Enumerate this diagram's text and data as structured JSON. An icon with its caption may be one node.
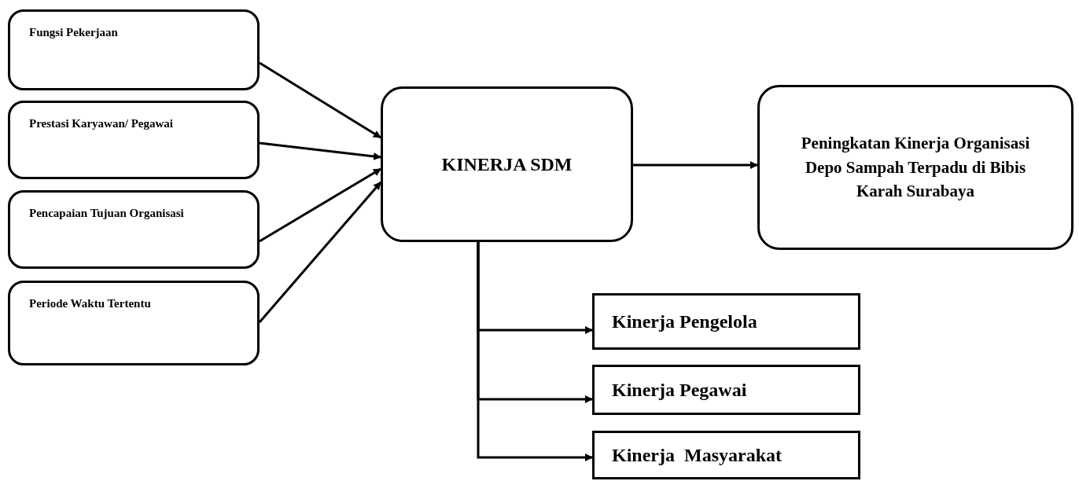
{
  "diagram": {
    "nodes": [
      {
        "text": [
          "Fungsi Pekerjaan"
        ]
      },
      {
        "text": [
          "Prestasi Karyawan/ Pegawai"
        ]
      },
      {
        "text": [
          "Pencapaian Tujuan Organisasi"
        ]
      },
      {
        "text": [
          "Periode Waktu Tertentu"
        ]
      },
      {
        "text": [
          "KINERJA SDM"
        ]
      },
      {
        "text": [
          "Peningkatan Kinerja Organisasi Depo Sampah Terpadu di Bibis Karah Surabaya"
        ]
      },
      {
        "text": [
          "Kinerja Pengelola"
        ]
      },
      {
        "text": [
          "Kinerja Pegawai"
        ]
      },
      {
        "text": [
          "Kinerja  Masyarakat"
        ]
      }
    ],
    "edges": [
      {
        "from": 0,
        "to": 4,
        "arrow": "to"
      },
      {
        "from": 1,
        "to": 4,
        "arrow": "to"
      },
      {
        "from": 2,
        "to": 4,
        "arrow": "to"
      },
      {
        "from": 3,
        "to": 4,
        "arrow": "to"
      },
      {
        "from": 4,
        "to": 5,
        "arrow": "to"
      },
      {
        "from": 4,
        "to": 6,
        "arrow": "to"
      },
      {
        "from": 4,
        "to": 7,
        "arrow": "to"
      },
      {
        "from": 4,
        "to": 8,
        "arrow": "to"
      }
    ]
  }
}
